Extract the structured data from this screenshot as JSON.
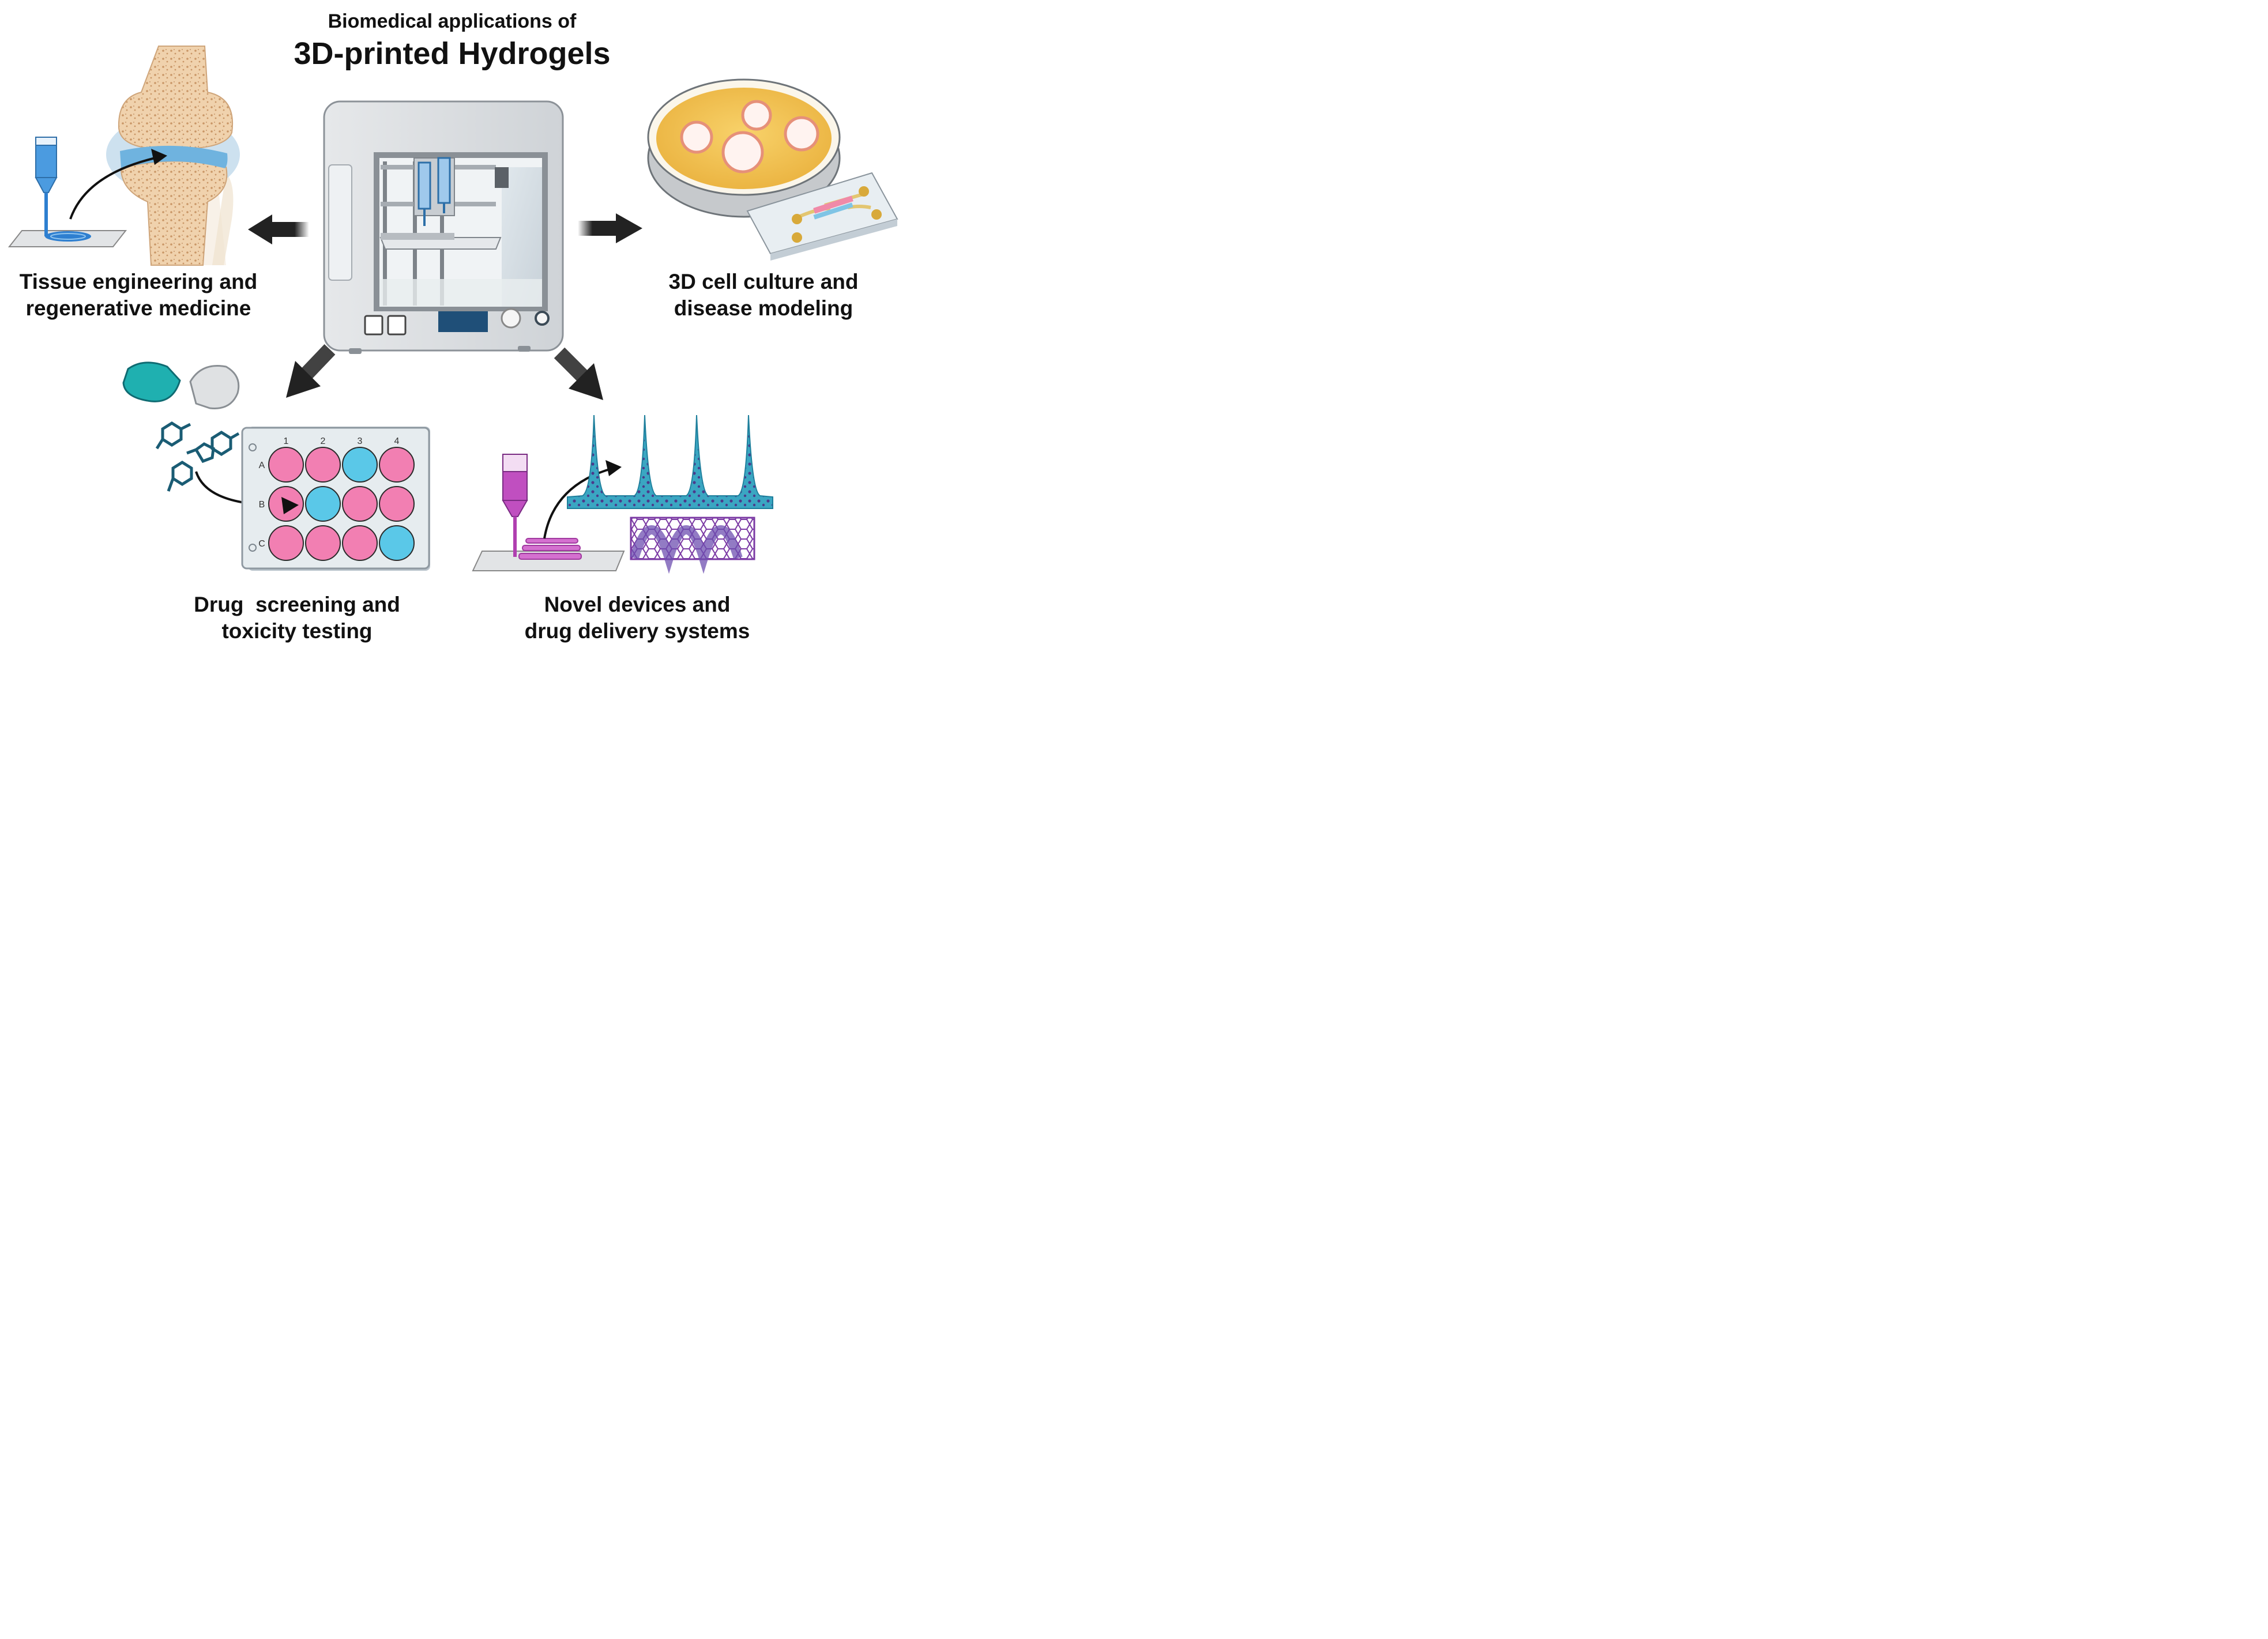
{
  "title": {
    "subtitle": "Biomedical applications of",
    "main": "3D-printed Hydrogels"
  },
  "captions": {
    "top_left": [
      "Tissue engineering and",
      "regenerative medicine"
    ],
    "top_right": [
      "3D cell culture and",
      "disease modeling"
    ],
    "bottom_left": [
      "Drug  screening and",
      "toxicity testing"
    ],
    "bottom_right": [
      "Novel devices and",
      "drug delivery systems"
    ]
  },
  "well_plate": {
    "columns": [
      "1",
      "2",
      "3",
      "4"
    ],
    "rows": [
      "A",
      "B",
      "C"
    ]
  },
  "colors": {
    "hydrogel_blue": "#3a8fd6",
    "pink_well": "#f27fb2",
    "cyan_well": "#5ac8e8",
    "teal": "#1a5c74",
    "microneedle": "#3aa6c2",
    "bone": "#e8c49c",
    "petri_agar": "#f5c555"
  },
  "icons": [
    "3d-printer-icon",
    "knee-joint-icon",
    "petri-dish-icon",
    "organ-on-chip-icon",
    "capsule-icon",
    "molecule-icon",
    "well-plate-icon",
    "microneedle-patch-icon",
    "dna-helix-icon",
    "bioprinter-nozzle-icon"
  ]
}
